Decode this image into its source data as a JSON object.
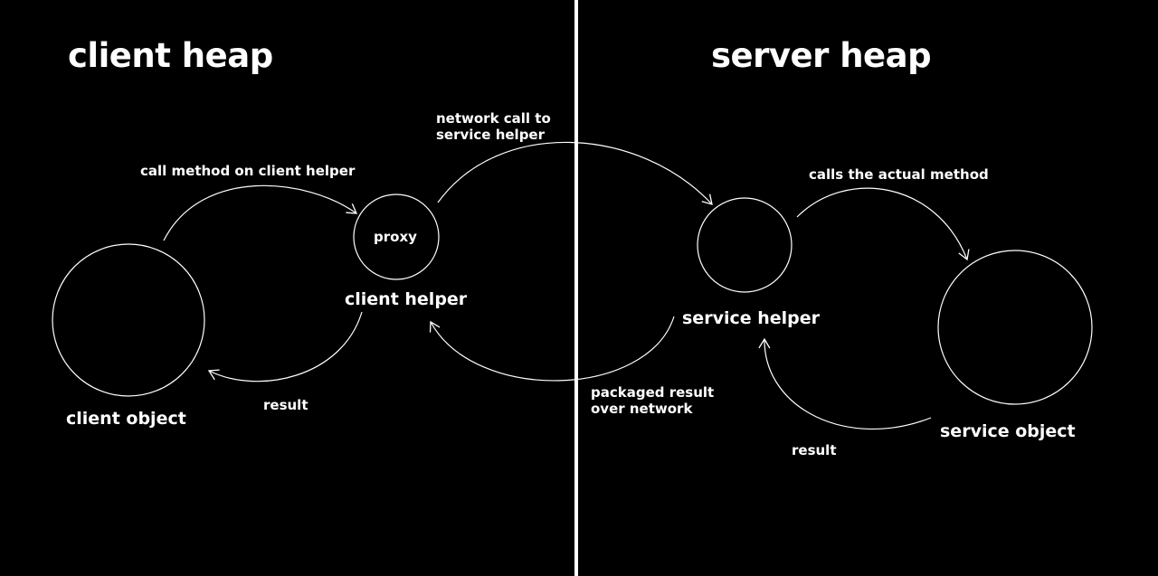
{
  "headings": {
    "client": "client heap",
    "server": "server heap"
  },
  "nodes": {
    "client_object": "client object",
    "client_helper": "client helper",
    "client_helper_inner": "proxy",
    "service_helper": "service helper",
    "service_object": "service object"
  },
  "edges": {
    "call_method": "call method on client helper",
    "network_call_line1": "network call to",
    "network_call_line2": "service helper",
    "calls_actual": "calls the actual method",
    "result_client": "result",
    "packaged_line1": "packaged result",
    "packaged_line2": "over network",
    "result_server": "result"
  },
  "colors": {
    "background": "#000000",
    "foreground": "#ffffff"
  }
}
